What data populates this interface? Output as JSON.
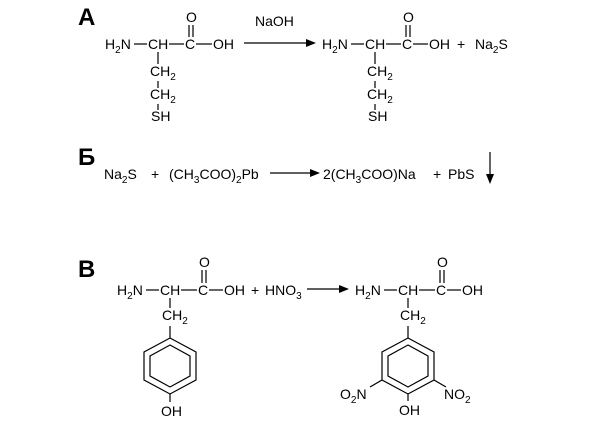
{
  "sections": {
    "a": {
      "label": "А",
      "reagent": "NaOH",
      "plus": "+",
      "product2": {
        "main": "Na",
        "sub": "2",
        "tail": "S"
      }
    },
    "b": {
      "label": "Б",
      "na": "Na",
      "na_sub": "2",
      "s": "S",
      "plus1": "+",
      "pb_open": "(CH",
      "pb_sub3": "3",
      "pb_mid": "COO)",
      "pb_sub2": "2",
      "pb_tail": "Pb",
      "p_open": "2(CH",
      "p_sub3": "3",
      "p_tail": "COO)Na",
      "plus2": "+",
      "pbs": "PbS"
    },
    "c": {
      "label": "В",
      "plus": "+",
      "hno": "HNO",
      "hno_sub": "3"
    }
  },
  "atoms": {
    "h2n": "H",
    "h2n_sub": "2",
    "n": "N",
    "ch": "CH",
    "c": "C",
    "o": "O",
    "oh": "OH",
    "ch2": "CH",
    "ch2_sub": "2",
    "sh": "SH",
    "no2_o": "O",
    "no2_sub": "2",
    "no2_n": "N",
    "no2r_n": "NO",
    "no2r_sub": "2"
  }
}
